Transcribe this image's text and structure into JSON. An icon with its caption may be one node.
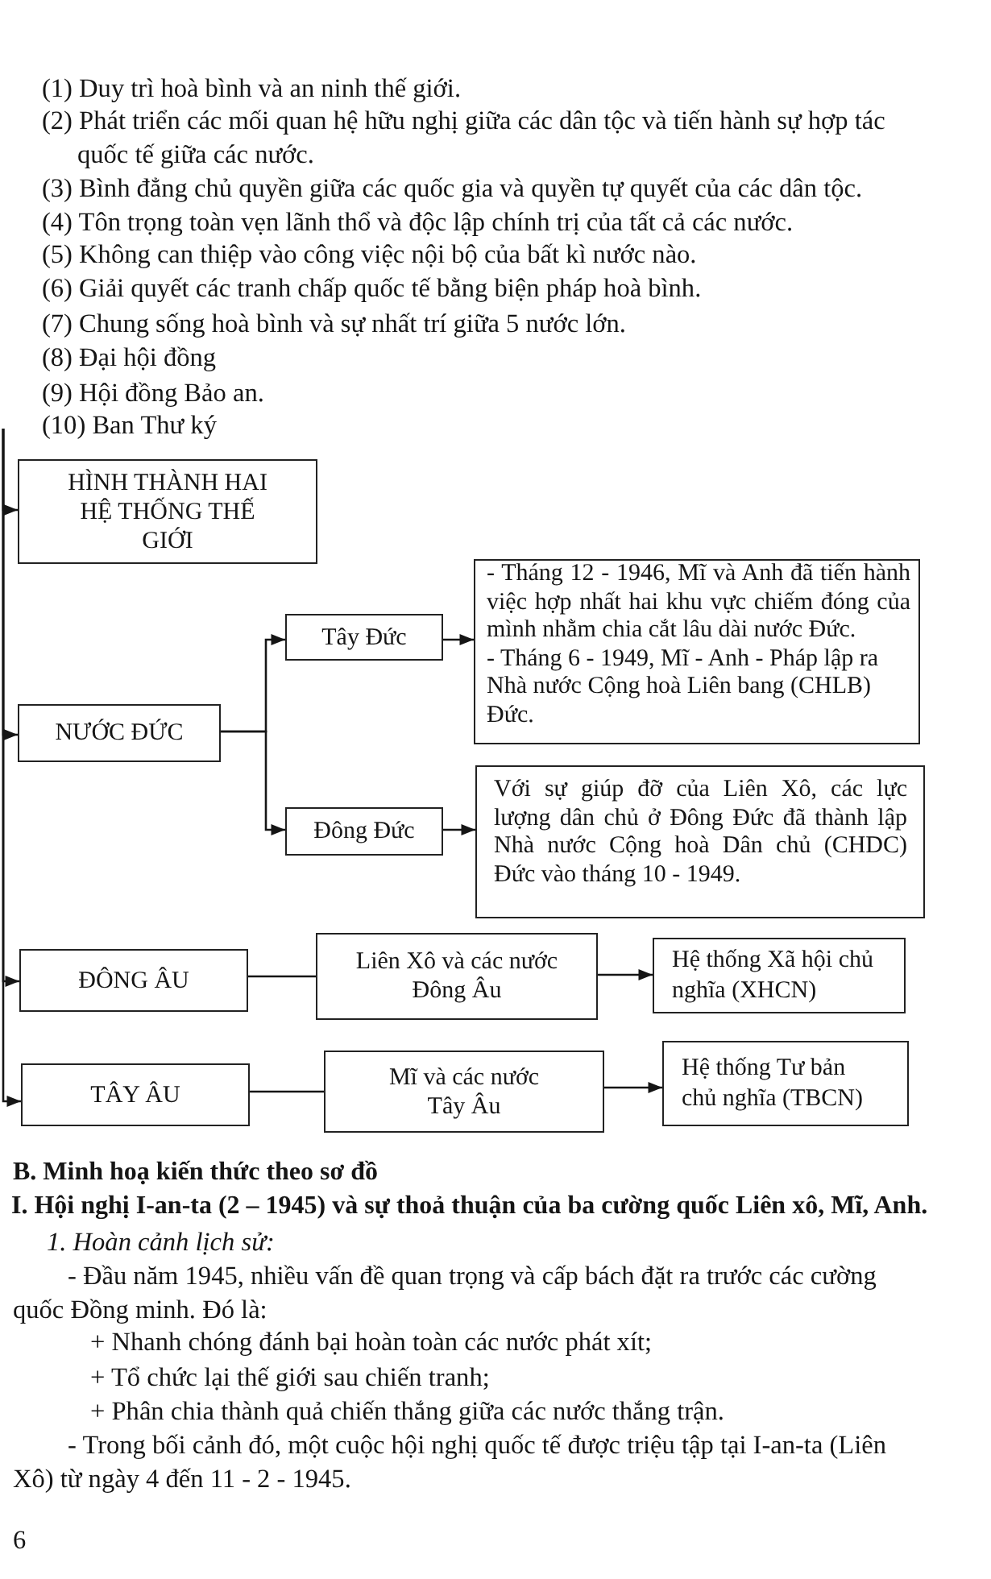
{
  "diagram": {
    "nodes": [
      {
        "text": [
          "HÌNH THÀNH HAI HỆ THỐNG THẾ GIỚI"
        ]
      },
      {
        "text": [
          "NƯỚC ĐỨC"
        ]
      },
      {
        "text": [
          "Tây Đức"
        ]
      },
      {
        "text": [
          "- Tháng 12 - 1946, Mĩ và Anh đã tiến hành việc hợp nhất hai khu vực chiếm đóng của mình nhằm chia cắt lâu dài nước Đức.",
          "- Tháng 6 - 1949, Mĩ - Anh - Pháp lập ra Nhà nước Cộng hoà Liên bang (CHLB) Đức."
        ]
      },
      {
        "text": [
          "Đông Đức"
        ]
      },
      {
        "text": [
          "Với sự giúp đỡ của Liên Xô, các lực lượng dân chủ ở Đông Đức đã thành lập Nhà nước Cộng hoà Dân chủ (CHDC) Đức vào tháng 10 - 1949."
        ]
      },
      {
        "text": [
          "ĐÔNG ÂU"
        ]
      },
      {
        "text": [
          "Liên Xô và các nước Đông Âu"
        ]
      },
      {
        "text": [
          "Hệ thống Xã hội chủ nghĩa (XHCN)"
        ]
      },
      {
        "text": [
          "TÂY ÂU"
        ]
      },
      {
        "text": [
          "Mĩ và các nước Tây Âu"
        ]
      },
      {
        "text": [
          "Hệ thống Tư bản chủ nghĩa (TBCN)"
        ]
      }
    ],
    "edges": [
      {
        "from": null,
        "to": 0,
        "arrow": "to"
      },
      {
        "from": null,
        "to": 1,
        "arrow": "to"
      },
      {
        "from": null,
        "to": 6,
        "arrow": "to"
      },
      {
        "from": null,
        "to": 9,
        "arrow": "to"
      },
      {
        "from": 1,
        "to": 2,
        "arrow": "to"
      },
      {
        "from": 1,
        "to": 4,
        "arrow": "to"
      },
      {
        "from": 2,
        "to": 3,
        "arrow": "to"
      },
      {
        "from": 4,
        "to": 5,
        "arrow": "to"
      },
      {
        "from": 6,
        "to": 7,
        "arrow": "none"
      },
      {
        "from": 7,
        "to": 8,
        "arrow": "to"
      },
      {
        "from": 9,
        "to": 10,
        "arrow": "none"
      },
      {
        "from": 10,
        "to": 11,
        "arrow": "to"
      }
    ],
    "labels": [
      "(1) Duy trì hoà bình và an ninh thế giới.",
      "(2) Phát triển các mối quan hệ hữu nghị giữa các dân tộc và tiến hành sự hợp tác quốc tế giữa các nước.",
      "(3) Bình đẳng chủ quyền giữa các quốc gia và quyền tự quyết của các dân tộc.",
      "(4) Tôn trọng toàn vẹn lãnh thổ và độc lập chính trị của tất cả các nước.",
      "(5) Không can thiệp vào công việc nội bộ của bất kì nước nào.",
      "(6) Giải quyết các tranh chấp quốc tế bằng biện pháp hoà bình.",
      "(7) Chung sống hoà bình và sự nhất trí giữa 5 nước lớn.",
      "(8) Đại hội đồng",
      "(9) Hội đồng Bảo an.",
      "(10) Ban Thư ký",
      "B. Minh hoạ kiến thức theo sơ đồ",
      "I. Hội nghị I-an-ta (2 – 1945) và sự thoả thuận của ba cường quốc Liên xô, Mĩ, Anh.",
      "1. Hoàn cảnh lịch sử:",
      "- Đầu năm 1945, nhiều vấn đề quan trọng và cấp bách đặt ra trước các cường quốc Đồng minh. Đó là:",
      "+ Nhanh chóng đánh bại hoàn toàn các nước phát xít;",
      "+ Tổ chức lại thế giới sau chiến tranh;",
      "+ Phân chia thành quả chiến thắng giữa các nước thắng trận.",
      "- Trong bối cảnh đó, một cuộc hội nghị quốc tế được triệu tập tại I-an-ta (Liên Xô) từ ngày 4 đến 11 - 2 - 1945.",
      "6"
    ]
  }
}
